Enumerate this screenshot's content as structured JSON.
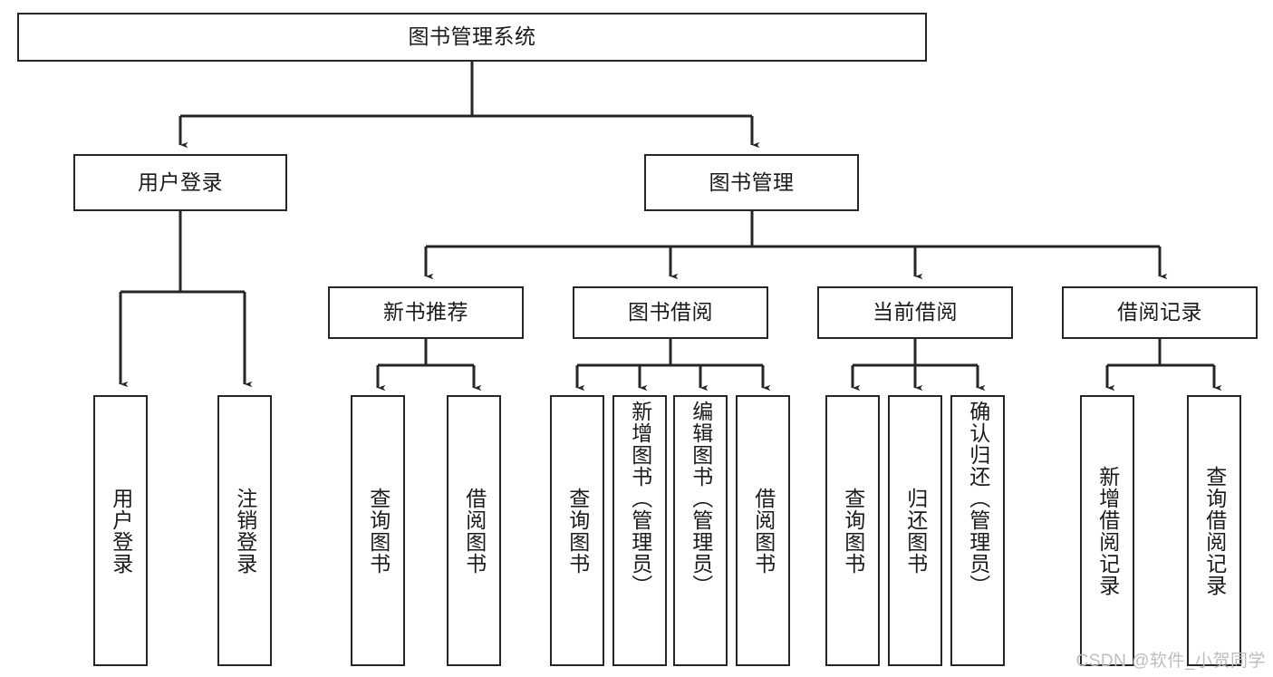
{
  "diagram": {
    "type": "tree-hierarchy",
    "title": "图书管理系统",
    "root": {
      "id": "system-root",
      "label": "图书管理系统"
    },
    "level2": [
      {
        "id": "user-login",
        "label": "用户登录"
      },
      {
        "id": "book-management",
        "label": "图书管理"
      }
    ],
    "level3": [
      {
        "id": "new-book-recommend",
        "label": "新书推荐",
        "parent": "book-management"
      },
      {
        "id": "book-borrow",
        "label": "图书借阅",
        "parent": "book-management"
      },
      {
        "id": "current-borrow",
        "label": "当前借阅",
        "parent": "book-management"
      },
      {
        "id": "borrow-record",
        "label": "借阅记录",
        "parent": "book-management"
      }
    ],
    "leaves": {
      "user-login": [
        {
          "id": "leaf-user-login",
          "label": "用户登录"
        },
        {
          "id": "leaf-logout-login",
          "label": "注销登录"
        }
      ],
      "new-book-recommend": [
        {
          "id": "leaf-query-book-1",
          "label": "查询图书"
        },
        {
          "id": "leaf-borrow-book-1",
          "label": "借阅图书"
        }
      ],
      "book-borrow": [
        {
          "id": "leaf-query-book-2",
          "label": "查询图书"
        },
        {
          "id": "leaf-add-book",
          "label": "新增图书（管理员）"
        },
        {
          "id": "leaf-edit-book",
          "label": "编辑图书（管理员）"
        },
        {
          "id": "leaf-borrow-book-2",
          "label": "借阅图书"
        }
      ],
      "current-borrow": [
        {
          "id": "leaf-query-book-3",
          "label": "查询图书"
        },
        {
          "id": "leaf-return-book",
          "label": "归还图书"
        },
        {
          "id": "leaf-confirm-return",
          "label": "确认归还（管理员）"
        }
      ],
      "borrow-record": [
        {
          "id": "leaf-add-record",
          "label": "新增借阅记录"
        },
        {
          "id": "leaf-query-record",
          "label": "查询借阅记录"
        }
      ]
    }
  },
  "watermark": {
    "text": "CSDN @软件_小贺同学"
  },
  "colors": {
    "stroke": "#262626",
    "text": "#1a1a1a",
    "background": "#ffffff",
    "watermark": "#bdbdbd"
  }
}
